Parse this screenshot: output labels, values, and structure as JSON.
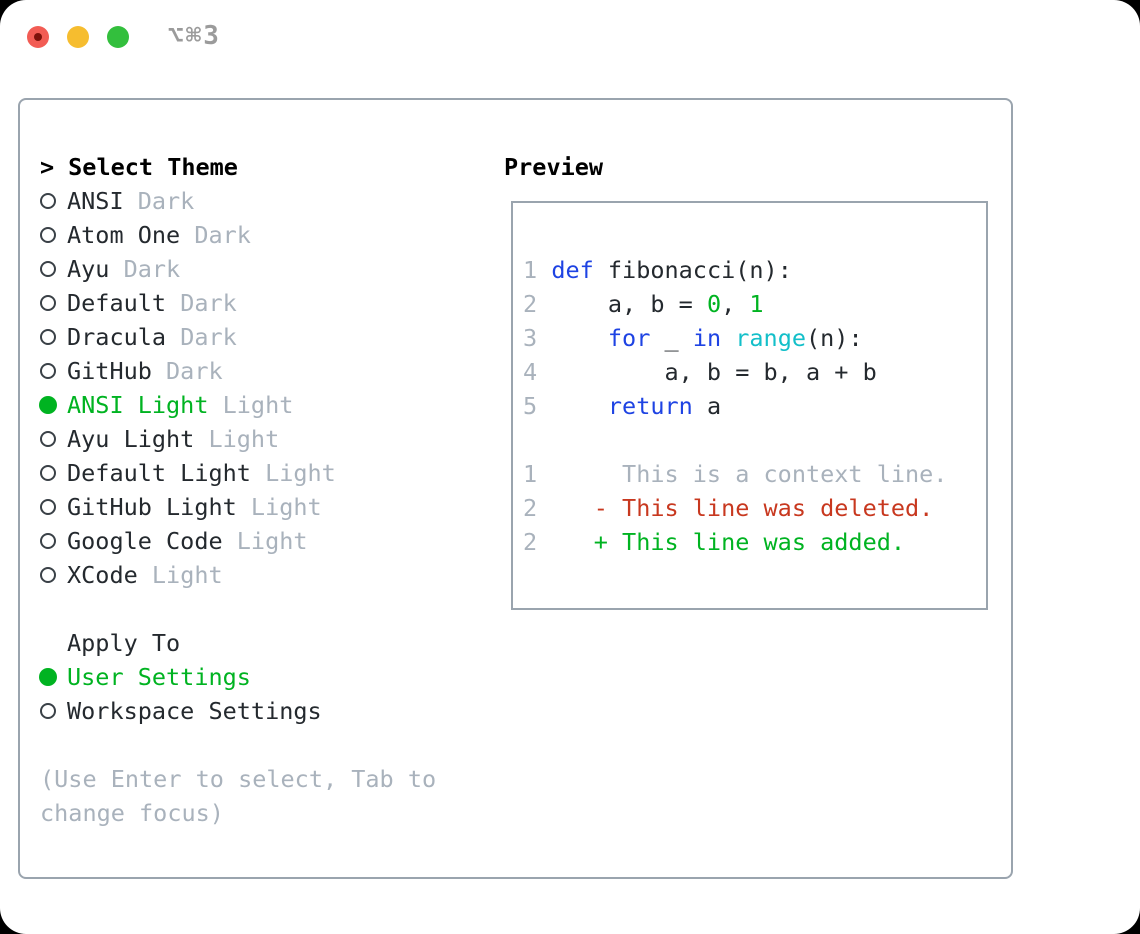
{
  "window": {
    "title": "⌥⌘3",
    "traffic_lights": [
      {
        "name": "close",
        "color": "#f25c54",
        "dot_color": "#7d120b"
      },
      {
        "name": "minimize",
        "color": "#f6bd2f"
      },
      {
        "name": "zoom",
        "color": "#33bf3d"
      }
    ]
  },
  "theme_picker": {
    "prompt": ">",
    "header": "Select Theme",
    "themes": [
      {
        "name": "ANSI",
        "variant": "Dark",
        "selected": false
      },
      {
        "name": "Atom One",
        "variant": "Dark",
        "selected": false
      },
      {
        "name": "Ayu",
        "variant": "Dark",
        "selected": false
      },
      {
        "name": "Default",
        "variant": "Dark",
        "selected": false
      },
      {
        "name": "Dracula",
        "variant": "Dark",
        "selected": false
      },
      {
        "name": "GitHub",
        "variant": "Dark",
        "selected": false
      },
      {
        "name": "ANSI Light",
        "variant": "Light",
        "selected": true
      },
      {
        "name": "Ayu Light",
        "variant": "Light",
        "selected": false
      },
      {
        "name": "Default Light",
        "variant": "Light",
        "selected": false
      },
      {
        "name": "GitHub Light",
        "variant": "Light",
        "selected": false
      },
      {
        "name": "Google Code",
        "variant": "Light",
        "selected": false
      },
      {
        "name": "XCode",
        "variant": "Light",
        "selected": false
      }
    ],
    "apply_to": {
      "header": "Apply To",
      "options": [
        {
          "label": "User Settings",
          "selected": true
        },
        {
          "label": "Workspace Settings",
          "selected": false
        }
      ]
    },
    "hint_lines": [
      "(Use Enter to select, Tab to",
      "change focus)"
    ]
  },
  "preview": {
    "header": "Preview",
    "lines": [
      {
        "num": "1",
        "tokens": [
          [
            "plain",
            " "
          ],
          [
            "kw",
            "def"
          ],
          [
            "plain",
            " fibonacci(n):"
          ]
        ]
      },
      {
        "num": "2",
        "tokens": [
          [
            "plain",
            "     a, b = "
          ],
          [
            "green",
            "0"
          ],
          [
            "plain",
            ", "
          ],
          [
            "green",
            "1"
          ]
        ]
      },
      {
        "num": "3",
        "tokens": [
          [
            "plain",
            "     "
          ],
          [
            "kw",
            "for"
          ],
          [
            "plain",
            " _ "
          ],
          [
            "kw",
            "in"
          ],
          [
            "plain",
            " "
          ],
          [
            "cyan",
            "range"
          ],
          [
            "plain",
            "(n):"
          ]
        ]
      },
      {
        "num": "4",
        "tokens": [
          [
            "plain",
            "         a, b = b, a + b"
          ]
        ]
      },
      {
        "num": "5",
        "tokens": [
          [
            "plain",
            "     "
          ],
          [
            "kw",
            "return"
          ],
          [
            "plain",
            " a"
          ]
        ]
      },
      {
        "num": "",
        "tokens": []
      },
      {
        "num": "1",
        "tokens": [
          [
            "muted",
            "      This is a context line."
          ]
        ]
      },
      {
        "num": "2",
        "tokens": [
          [
            "red",
            "    - This line was deleted."
          ]
        ]
      },
      {
        "num": "2",
        "tokens": [
          [
            "green",
            "    + This line was added."
          ]
        ]
      }
    ]
  },
  "colors": {
    "accent_green": "#00b321",
    "keyword_blue": "#1e43e3",
    "function_cyan": "#13bfc9",
    "deleted_red": "#c8381f",
    "muted_gray": "#a9b2bc",
    "text": "#24292e",
    "border_gray": "#9aa4ae"
  }
}
